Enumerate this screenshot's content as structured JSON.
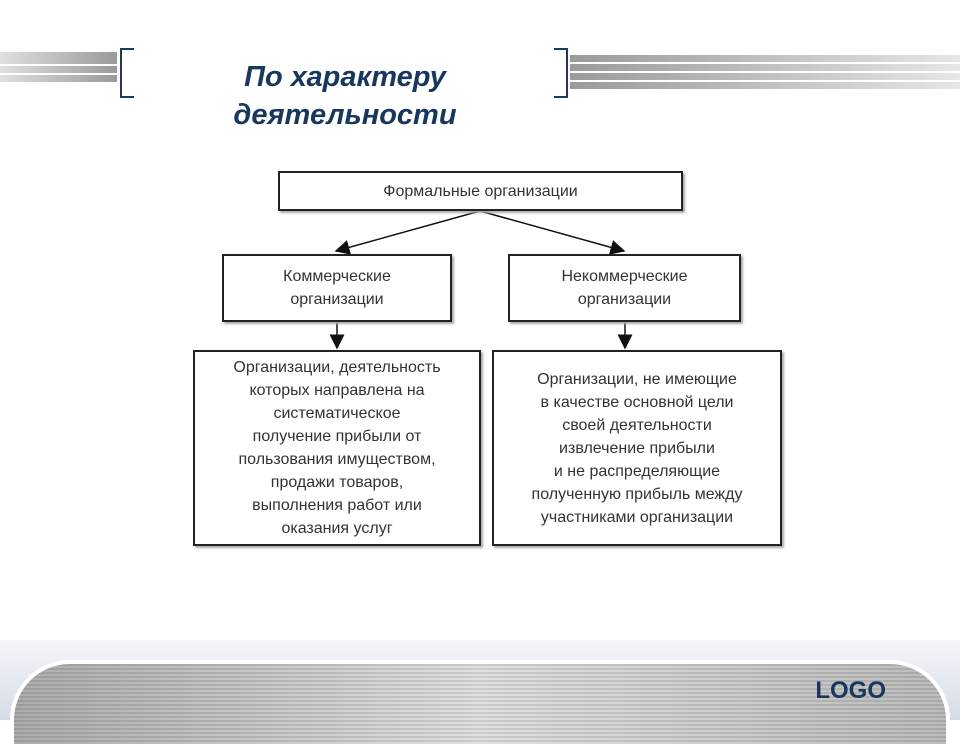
{
  "slide": {
    "title_lines": [
      "По характеру",
      "деятельности"
    ],
    "logo": "LOGO"
  },
  "diagram": {
    "root": {
      "lines": [
        "Формальные организации"
      ]
    },
    "left": {
      "lines": [
        "Коммерческие",
        "организации"
      ]
    },
    "right": {
      "lines": [
        "Некоммерческие",
        "организации"
      ]
    },
    "left_desc": {
      "lines": [
        "Организации, деятельность",
        "которых направлена на",
        "систематическое",
        "получение прибыли от",
        "пользования имуществом,",
        "продажи товаров,",
        "выполнения работ или",
        "оказания услуг"
      ]
    },
    "right_desc": {
      "lines": [
        "Организации, не имеющие",
        "в качестве основной цели",
        "своей деятельности",
        "извлечение прибыли",
        "и не распределяющие",
        "полученную прибыль между",
        "участниками организации"
      ]
    }
  }
}
